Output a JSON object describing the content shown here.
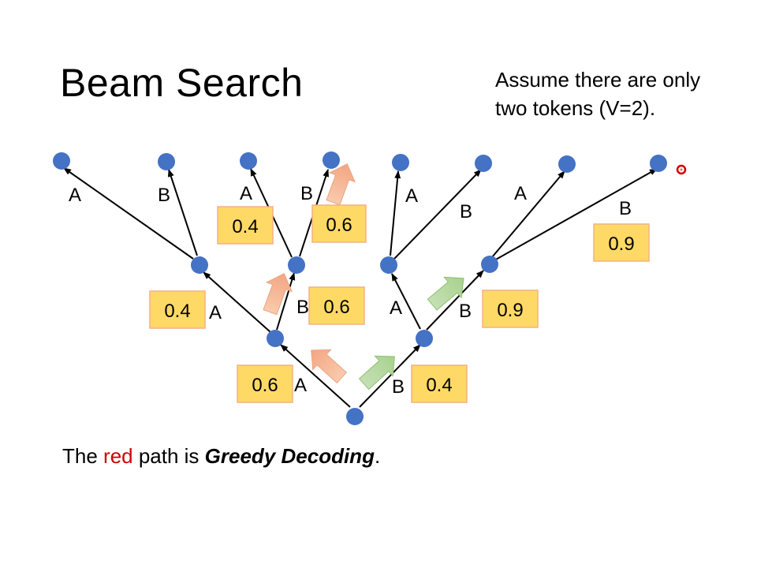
{
  "slide": {
    "title": "Beam Search",
    "note_line1": "Assume there are only",
    "note_line2": "two tokens (V=2).",
    "footer": {
      "prefix": "The ",
      "red_word": "red",
      "middle": " path is ",
      "emphasis": "Greedy Decoding",
      "suffix": "."
    }
  },
  "tree": {
    "branch_labels": {
      "root_a": "A",
      "root_b": "B",
      "l1_left_a": "A",
      "l1_left_b": "B",
      "l1_right_a": "A",
      "l1_right_b": "B",
      "l2_n1_a": "A",
      "l2_n1_b": "B",
      "l2_n2_a": "A",
      "l2_n2_b": "B",
      "l2_n3_a": "A",
      "l2_n3_b": "B",
      "l2_n4_a": "A",
      "l2_n4_b": "B"
    },
    "probabilities": {
      "root_a": "0.6",
      "root_b": "0.4",
      "l1_left_a": "0.4",
      "l1_left_b": "0.6",
      "l1_right_b": "0.9",
      "l2_n2_a": "0.4",
      "l2_n2_b": "0.6",
      "l2_n4_b": "0.9"
    }
  },
  "colors": {
    "node": "#4472c4",
    "edge": "#000000",
    "prob_box_fill": "#ffd966",
    "prob_box_border": "#f4b183",
    "greedy_arrow": "#f4a582",
    "beam_arrow": "#a9d18e",
    "pointer": "#d00000"
  }
}
